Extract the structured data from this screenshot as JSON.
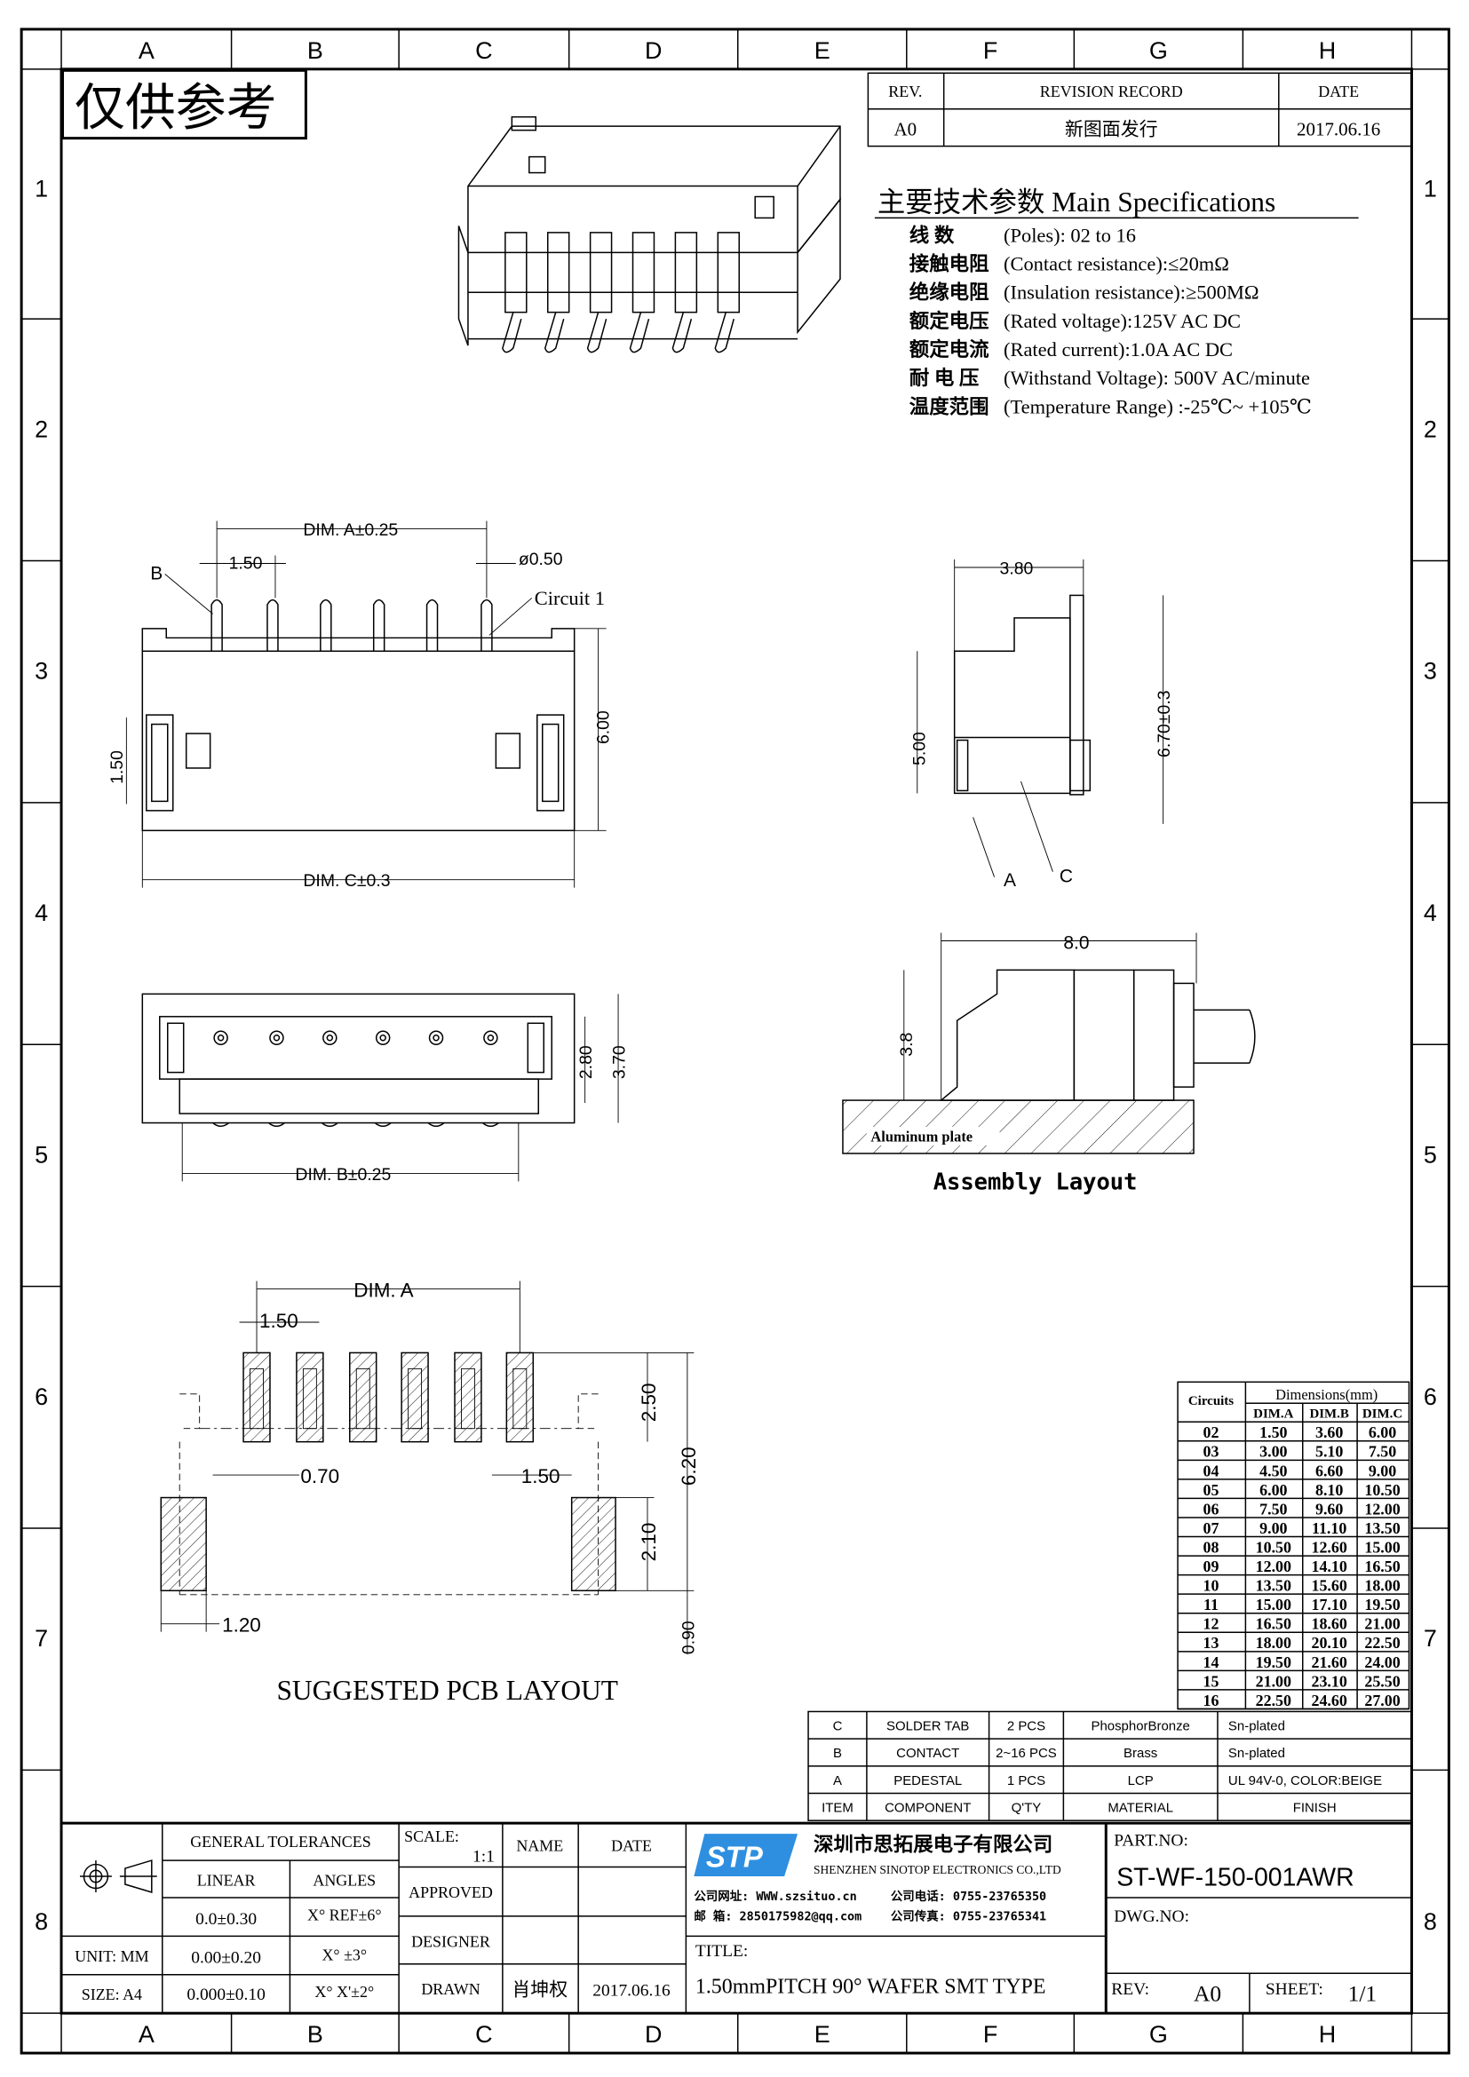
{
  "frame": {
    "columns": [
      "A",
      "B",
      "C",
      "D",
      "E",
      "F",
      "G",
      "H"
    ],
    "rows": [
      "1",
      "2",
      "3",
      "4",
      "5",
      "6",
      "7",
      "8"
    ],
    "stamp": "仅供参考"
  },
  "revision": {
    "headers": [
      "REV.",
      "REVISION RECORD",
      "DATE"
    ],
    "row": [
      "A0",
      "新图面发行",
      "2017.06.16"
    ]
  },
  "specs": {
    "title": "主要技术参数 Main Specifications",
    "items": [
      {
        "cn": "线    数",
        "en": "(Poles): 02 to 16"
      },
      {
        "cn": "接触电阻",
        "en": "(Contact resistance):≤20mΩ"
      },
      {
        "cn": "绝缘电阻",
        "en": "(Insulation resistance):≥500MΩ"
      },
      {
        "cn": "额定电压",
        "en": "(Rated voltage):125V AC DC"
      },
      {
        "cn": "额定电流",
        "en": "(Rated current):1.0A AC DC"
      },
      {
        "cn": "耐 电 压",
        "en": "(Withstand Voltage): 500V AC/minute"
      },
      {
        "cn": "温度范围",
        "en": "(Temperature Range) :-25℃~ +105℃"
      }
    ]
  },
  "labels": {
    "dim_a_tol": "DIM. A±0.25",
    "pitch": "1.50",
    "pin_dia": "ø0.50",
    "b": "B",
    "circuit1": "Circuit 1",
    "h600": "6.00",
    "h150": "1.50",
    "dim_c_tol": "DIM. C±0.3",
    "h280": "2.80",
    "h370": "3.70",
    "dim_b_tol": "DIM. B±0.25",
    "w380": "3.80",
    "h500": "5.00",
    "h670": "6.70±0.3",
    "a": "A",
    "c": "C",
    "w80": "8.0",
    "h38": "3.8",
    "plate": "Aluminum plate",
    "assembly": "Assembly Layout",
    "pcb_dim_a": "DIM. A",
    "pcb_pitch": "1.50",
    "pcb_070": "0.70",
    "pcb_150b": "1.50",
    "pcb_120": "1.20",
    "pcb_250": "2.50",
    "pcb_620": "6.20",
    "pcb_210": "2.10",
    "pcb_090": "0.90",
    "pcb_title": "SUGGESTED PCB LAYOUT"
  },
  "dim_table": {
    "circuits_header": "Circuits",
    "group_header": "Dimensions(mm)",
    "columns": [
      "DIM.A",
      "DIM.B",
      "DIM.C"
    ],
    "rows": [
      [
        "02",
        "1.50",
        "3.60",
        "6.00"
      ],
      [
        "03",
        "3.00",
        "5.10",
        "7.50"
      ],
      [
        "04",
        "4.50",
        "6.60",
        "9.00"
      ],
      [
        "05",
        "6.00",
        "8.10",
        "10.50"
      ],
      [
        "06",
        "7.50",
        "9.60",
        "12.00"
      ],
      [
        "07",
        "9.00",
        "11.10",
        "13.50"
      ],
      [
        "08",
        "10.50",
        "12.60",
        "15.00"
      ],
      [
        "09",
        "12.00",
        "14.10",
        "16.50"
      ],
      [
        "10",
        "13.50",
        "15.60",
        "18.00"
      ],
      [
        "11",
        "15.00",
        "17.10",
        "19.50"
      ],
      [
        "12",
        "16.50",
        "18.60",
        "21.00"
      ],
      [
        "13",
        "18.00",
        "20.10",
        "22.50"
      ],
      [
        "14",
        "19.50",
        "21.60",
        "24.00"
      ],
      [
        "15",
        "21.00",
        "23.10",
        "25.50"
      ],
      [
        "16",
        "22.50",
        "24.60",
        "27.00"
      ]
    ]
  },
  "bom": {
    "rows": [
      [
        "C",
        "SOLDER TAB",
        "2 PCS",
        "PhosphorBronze",
        "Sn-plated"
      ],
      [
        "B",
        "CONTACT",
        "2~16 PCS",
        "Brass",
        "Sn-plated"
      ],
      [
        "A",
        "PEDESTAL",
        "1 PCS",
        "LCP",
        "UL 94V-0, COLOR:BEIGE"
      ],
      [
        "ITEM",
        "COMPONENT",
        "Q'TY",
        "MATERIAL",
        "FINISH"
      ]
    ]
  },
  "title_block": {
    "general_tolerances": "GENERAL TOLERANCES",
    "linear": "LINEAR",
    "angles": "ANGLES",
    "lin": [
      "0.0±0.30",
      "0.00±0.20",
      "0.000±0.10"
    ],
    "ang": [
      "X° REF±6°",
      "X° ±3°",
      "X° X'±2°"
    ],
    "unit": "UNIT: MM",
    "size": "SIZE: A4",
    "scale_label": "SCALE:",
    "scale": "1:1",
    "name": "NAME",
    "date": "DATE",
    "approved": "APPROVED",
    "designer": "DESIGNER",
    "drawn": "DRAWN",
    "drawn_name": "肖坤权",
    "drawn_date": "2017.06.16",
    "company_logo": "STP",
    "company_cn": "深圳市思拓展电子有限公司",
    "company_en": "SHENZHEN SINOTOP ELECTRONICS CO.,LTD",
    "web": "公司网址: WWW.szsituo.cn",
    "email": "邮    箱: 2850175982@qq.com",
    "phone": "公司电话: 0755-23765350",
    "fax": "公司传真: 0755-23765341",
    "title_label": "TITLE:",
    "title": "1.50mmPITCH 90° WAFER SMT TYPE",
    "part_no_label": "PART.NO:",
    "part_no": "ST-WF-150-001AWR",
    "dwg_no_label": "DWG.NO:",
    "rev_label": "REV:",
    "rev": "A0",
    "sheet_label": "SHEET:",
    "sheet": "1/1"
  },
  "colors": {
    "logo_blue": "#2e8fe0",
    "line": "#000000"
  }
}
